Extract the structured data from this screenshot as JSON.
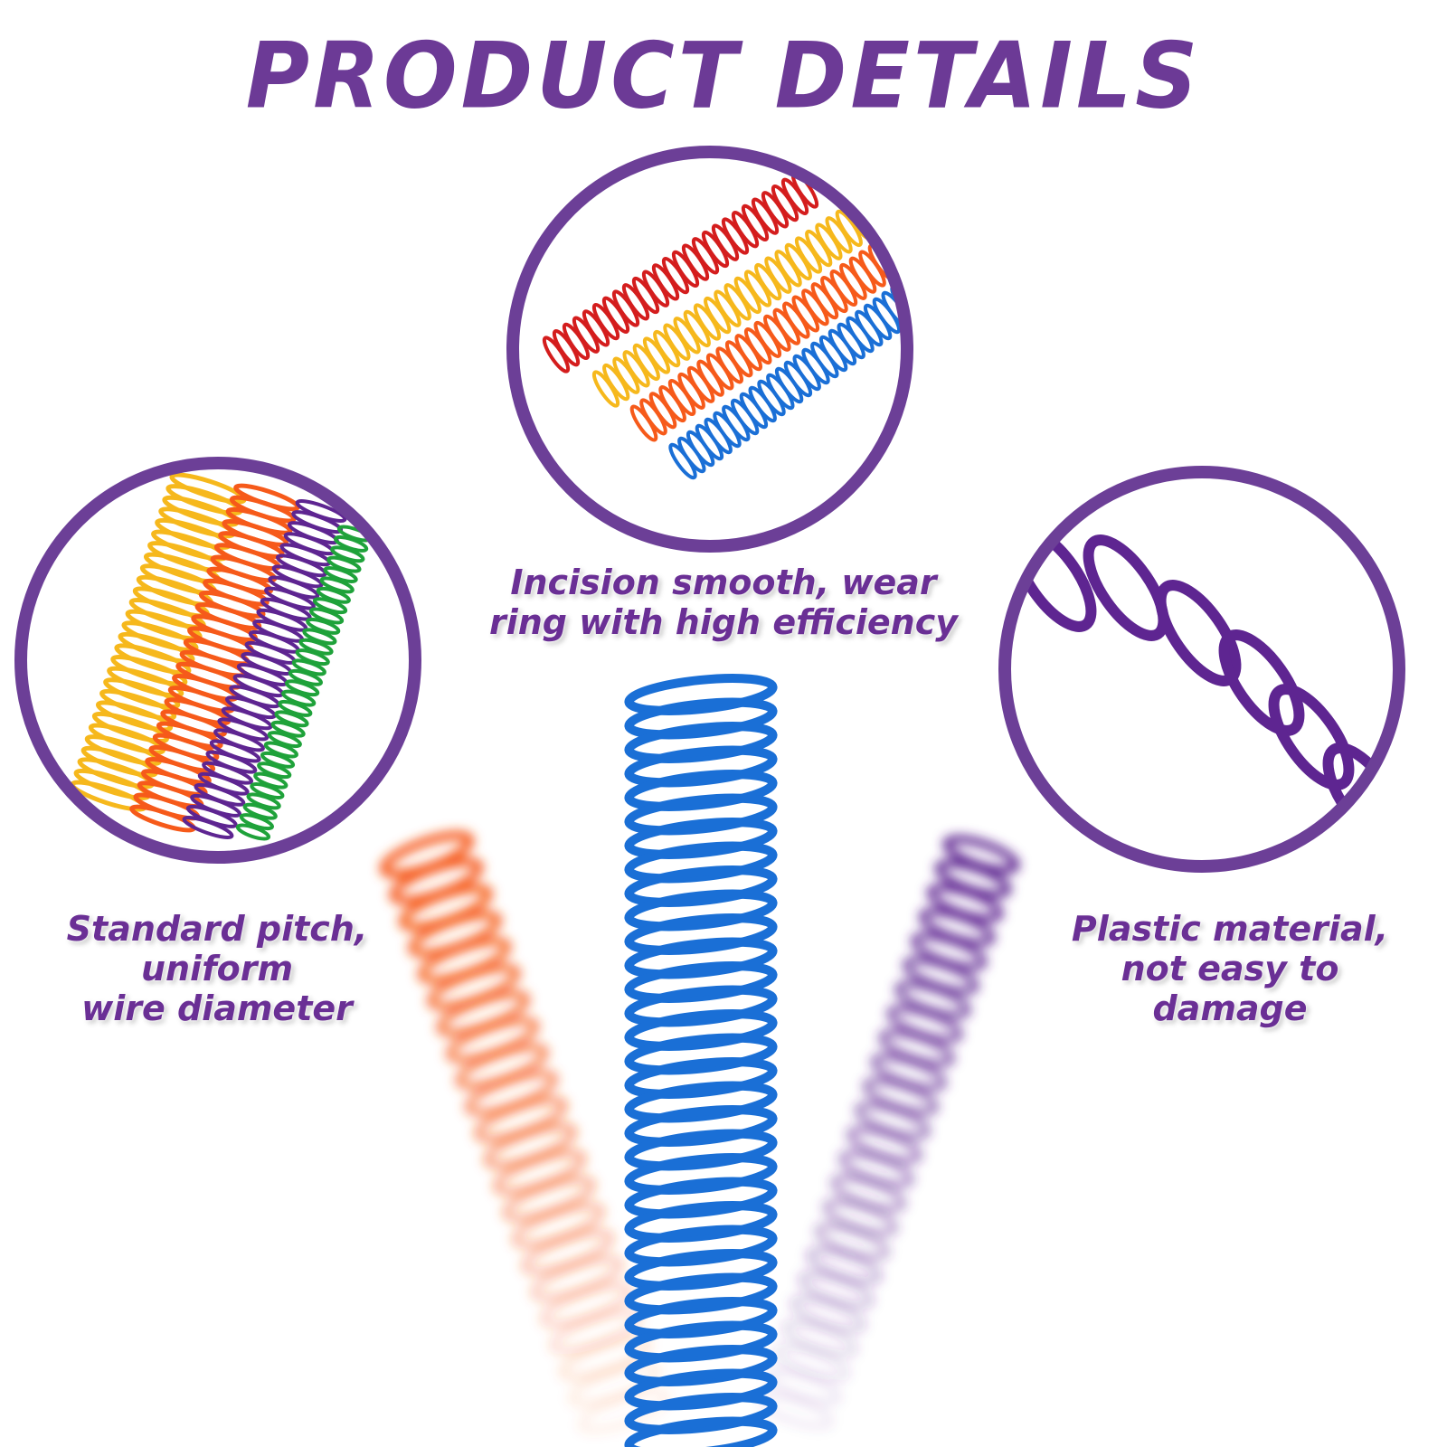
{
  "title": "PRODUCT DETAILS",
  "features": [
    {
      "id": "center",
      "lines": [
        "Incision smooth, wear",
        "ring with high efficiency"
      ]
    },
    {
      "id": "left",
      "lines": [
        "Standard pitch,",
        "uniform",
        "wire diameter"
      ]
    },
    {
      "id": "right",
      "lines": [
        "Plastic material,",
        "not easy to",
        "damage"
      ]
    }
  ],
  "colors": {
    "accent_purple": "#6c3a96",
    "ring": "#6c3f97",
    "coil_red": "#d41d1d",
    "coil_yellow": "#f6b81c",
    "coil_orange": "#f65a1a",
    "coil_blue": "#1a6fd6",
    "coil_purple": "#5e2591",
    "coil_green": "#1fa23a"
  }
}
